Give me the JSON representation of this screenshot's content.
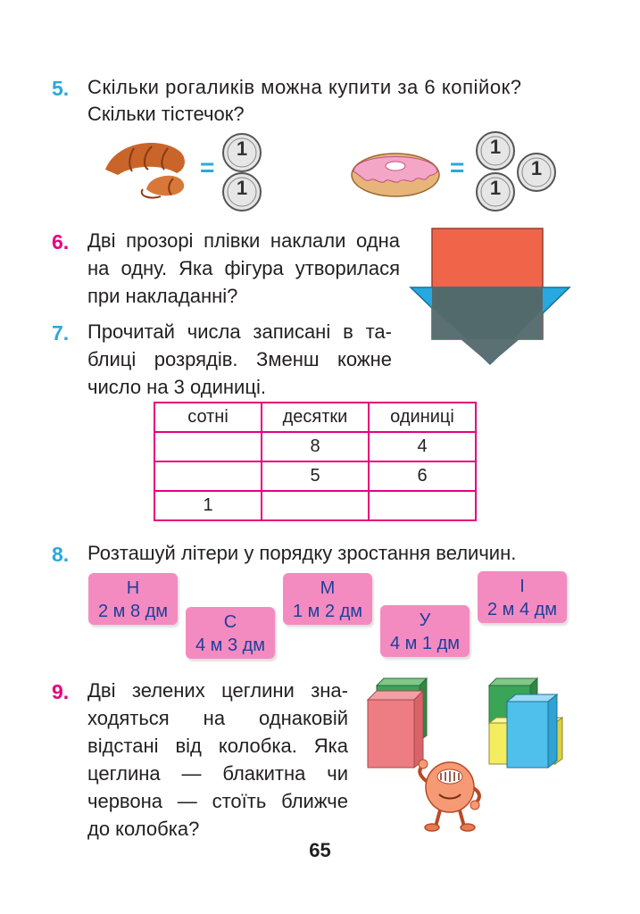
{
  "page_number": "65",
  "colors": {
    "cyan_number": "#2aa8d8",
    "magenta_number": "#e6007e",
    "table_border": "#e6007e",
    "card": "#f38bc1"
  },
  "task5": {
    "number": "5.",
    "line1": "Скільки рогаликів можна купити за 6 копійок?",
    "line2": "Скільки тістечок?",
    "equals": "=",
    "coin_value": "1"
  },
  "task6": {
    "number": "6.",
    "lines": [
      "Дві прозорі плівки наклали одна",
      "на одну. Яка фігура утворилася",
      "при накладанні?"
    ]
  },
  "task7": {
    "number": "7.",
    "lines": [
      "Прочитай числа записані в та-",
      "блиці розрядів. Зменш кожне",
      "число на 3 одиниці."
    ],
    "table": {
      "headers": [
        "сотні",
        "десятки",
        "одиниці"
      ],
      "rows": [
        [
          "",
          "8",
          "4"
        ],
        [
          "",
          "5",
          "6"
        ],
        [
          "1",
          "",
          ""
        ]
      ]
    }
  },
  "task8": {
    "number": "8.",
    "text": "Розташуй літери у порядку зростання величин.",
    "cards": [
      {
        "letter": "Н",
        "value": "2 м 8 дм"
      },
      {
        "letter": "С",
        "value": "4 м 3 дм"
      },
      {
        "letter": "М",
        "value": "1 м 2 дм"
      },
      {
        "letter": "У",
        "value": "4 м 1 дм"
      },
      {
        "letter": "І",
        "value": "2 м 4 дм"
      }
    ]
  },
  "task9": {
    "number": "9.",
    "lines": [
      "Дві зелених цеглини зна-",
      "ходяться на однаковій",
      "відстані від колобка. Яка",
      "цеглина — блакитна чи",
      "червона — стоїть ближче",
      "до колобка?"
    ]
  }
}
